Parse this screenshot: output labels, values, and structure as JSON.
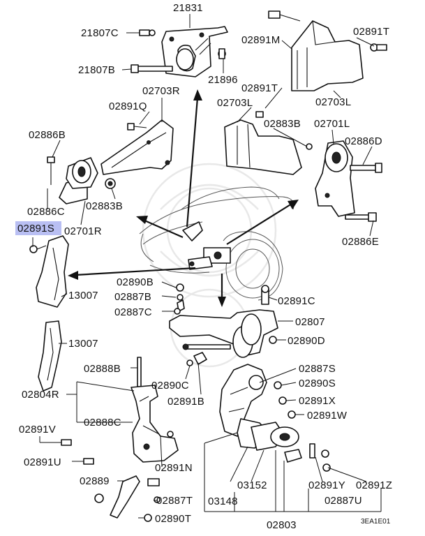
{
  "diagram_code": "3EA1E01",
  "highlight": {
    "label": "02891S",
    "color": "#b9bff3"
  },
  "labels": {
    "l21831": "21831",
    "l21807C": "21807C",
    "l21807B": "21807B",
    "l21896": "21896",
    "l02891M": "02891M",
    "l02891T_top": "02891T",
    "l02891T_mid": "02891T",
    "l02703L_top": "02703L",
    "l02703R": "02703R",
    "l02891Q": "02891Q",
    "l02703L_mid": "02703L",
    "l02883B_right": "02883B",
    "l02701L": "02701L",
    "l02886B": "02886B",
    "l02886D": "02886D",
    "l02886C": "02886C",
    "l02883B_left": "02883B",
    "l02891S": "02891S",
    "l02701R": "02701R",
    "l02886E": "02886E",
    "l13007_a": "13007",
    "l02890B": "02890B",
    "l02887B": "02887B",
    "l02887C": "02887C",
    "l02891C": "02891C",
    "l02807": "02807",
    "l13007_b": "13007",
    "l02890D": "02890D",
    "l02888B": "02888B",
    "l02887S": "02887S",
    "l02890S": "02890S",
    "l02804R": "02804R",
    "l02890C": "02890C",
    "l02891B": "02891B",
    "l02891X": "02891X",
    "l02888C": "02888C",
    "l02891W": "02891W",
    "l02891V": "02891V",
    "l02891N": "02891N",
    "l02891U_left": "02891U",
    "l02889": "02889",
    "l03152": "03152",
    "l02891Y": "02891Y",
    "l02891Z": "02891Z",
    "l02887T": "02887T",
    "l03148": "03148",
    "l02887U": "02887U",
    "l02890T": "02890T",
    "l02803": "02803"
  }
}
